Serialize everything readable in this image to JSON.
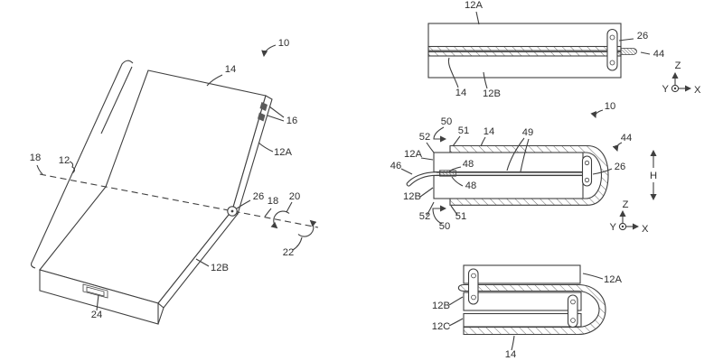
{
  "title": "Foldable electronic device patent drawing",
  "colors": {
    "line": "#3f3f3f",
    "label": "#2e2e2e",
    "background": "#ffffff"
  },
  "fig1": {
    "labels": {
      "ref10": "10",
      "ref12": "12",
      "ref12A": "12A",
      "ref12B": "12B",
      "ref14": "14",
      "ref16": "16",
      "ref18_left": "18",
      "ref18_right": "18",
      "ref20": "20",
      "ref22": "22",
      "ref24": "24",
      "ref26": "26"
    }
  },
  "fig_top": {
    "labels": {
      "ref12A": "12A",
      "ref12B": "12B",
      "ref14": "14",
      "ref26": "26",
      "ref44": "44"
    },
    "axes": {
      "x": "X",
      "y": "Y",
      "z": "Z"
    }
  },
  "fig_side": {
    "labels": {
      "ref10": "10",
      "ref12A": "12A",
      "ref12B": "12B",
      "ref14": "14",
      "ref26": "26",
      "ref44": "44",
      "ref46": "46",
      "ref48_upper": "48",
      "ref48_lower": "48",
      "ref49": "49",
      "ref50_top": "50",
      "ref50_bottom": "50",
      "ref51_top": "51",
      "ref51_bottom": "51",
      "ref52_top": "52",
      "ref52_bottom": "52",
      "dim_height": "H"
    },
    "axes": {
      "x": "X",
      "y": "Y",
      "z": "Z"
    }
  },
  "fig_folded": {
    "labels": {
      "ref12A": "12A",
      "ref12B": "12B",
      "ref12C": "12C",
      "ref14": "14"
    }
  }
}
